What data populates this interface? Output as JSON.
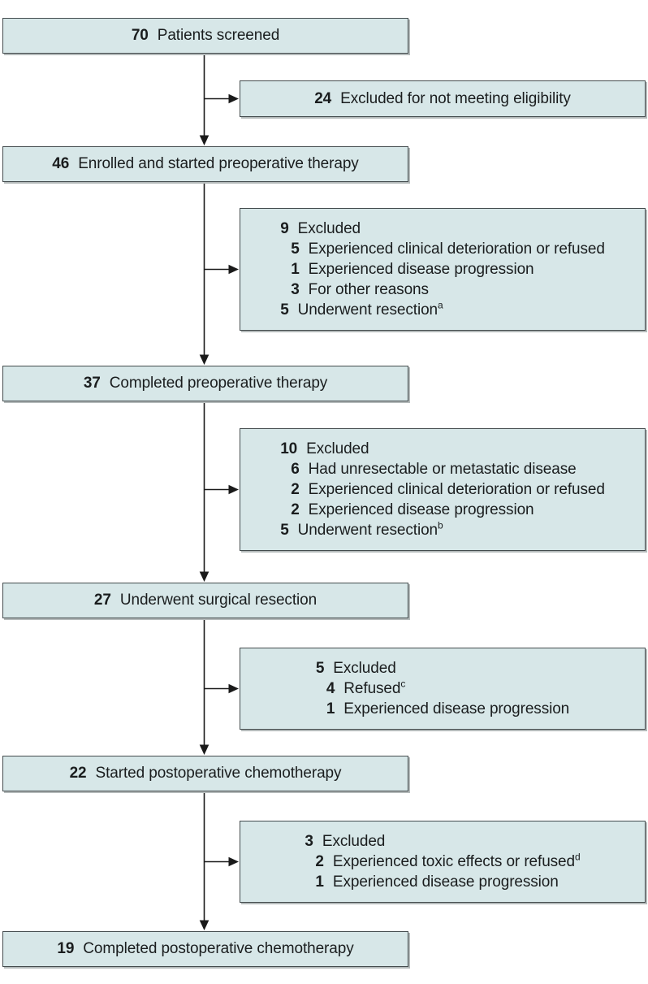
{
  "figure": {
    "type": "patient-flow-diagram",
    "colors": {
      "box_fill": "#d7e7e8",
      "box_border": "#444c4e",
      "arrow": "#1a1a1a",
      "text": "#1a1d1e",
      "shadow": "#b4baba"
    },
    "main_boxes": [
      {
        "count": "70",
        "label": "Patients screened"
      },
      {
        "count": "46",
        "label": "Enrolled and started preoperative therapy"
      },
      {
        "count": "37",
        "label": "Completed preoperative therapy"
      },
      {
        "count": "27",
        "label": "Underwent surgical resection"
      },
      {
        "count": "22",
        "label": "Started postoperative chemotherapy"
      },
      {
        "count": "19",
        "label": "Completed postoperative chemotherapy"
      }
    ],
    "exclusion_boxes": [
      {
        "lines": [
          {
            "count": "24",
            "label": "Excluded for not meeting eligibility",
            "sup": ""
          }
        ]
      },
      {
        "lines": [
          {
            "count": "9",
            "label": "Excluded",
            "sup": ""
          },
          {
            "count": "5",
            "label": "Experienced clinical deterioration or refused",
            "sup": ""
          },
          {
            "count": "1",
            "label": "Experienced disease progression",
            "sup": ""
          },
          {
            "count": "3",
            "label": "For other reasons",
            "sup": ""
          },
          {
            "count": "5",
            "label": "Underwent resection",
            "sup": "a"
          }
        ]
      },
      {
        "lines": [
          {
            "count": "10",
            "label": "Excluded",
            "sup": ""
          },
          {
            "count": "6",
            "label": "Had unresectable or metastatic disease",
            "sup": ""
          },
          {
            "count": "2",
            "label": "Experienced clinical deterioration or refused",
            "sup": ""
          },
          {
            "count": "2",
            "label": "Experienced disease progression",
            "sup": ""
          },
          {
            "count": "5",
            "label": "Underwent resection",
            "sup": "b"
          }
        ]
      },
      {
        "lines": [
          {
            "count": "5",
            "label": "Excluded",
            "sup": ""
          },
          {
            "count": "4",
            "label": "Refused",
            "sup": "c"
          },
          {
            "count": "1",
            "label": "Experienced disease progression",
            "sup": ""
          }
        ]
      },
      {
        "lines": [
          {
            "count": "3",
            "label": "Excluded",
            "sup": ""
          },
          {
            "count": "2",
            "label": "Experienced toxic effects or refused",
            "sup": "d"
          },
          {
            "count": "1",
            "label": "Experienced disease progression",
            "sup": ""
          }
        ]
      }
    ]
  }
}
